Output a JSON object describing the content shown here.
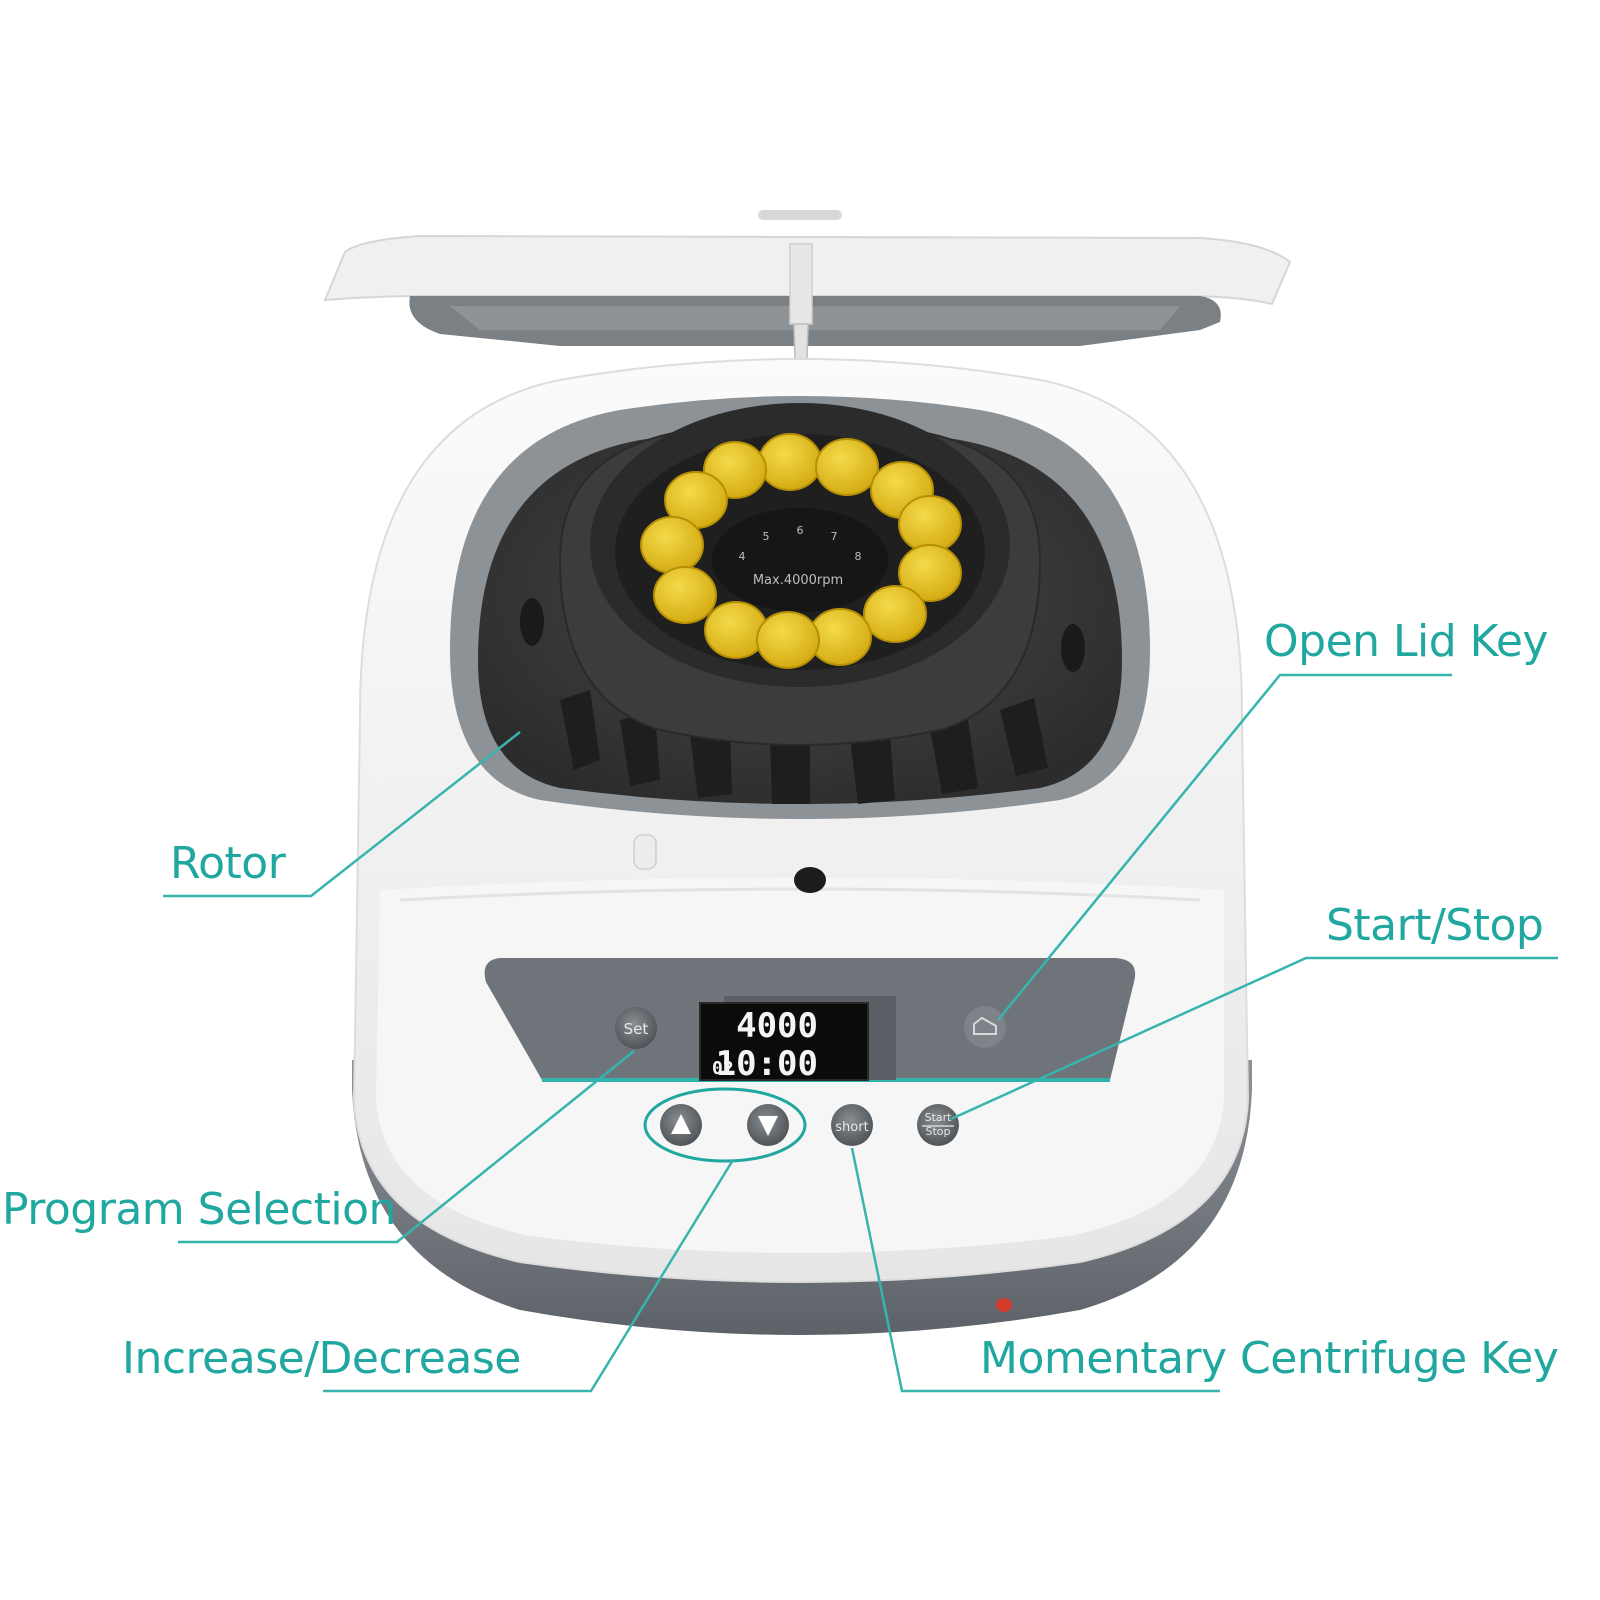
{
  "labels": {
    "open_lid_key": "Open Lid Key",
    "rotor": "Rotor",
    "start_stop": "Start/Stop",
    "program_selection": "Program Selection",
    "increase_decrease": "Increase/Decrease",
    "momentary_key": "Momentary Centrifuge Key"
  },
  "device": {
    "display_speed": "4000",
    "display_time": "10:00",
    "display_program": "02",
    "rotor_marking": "Max.4000rpm",
    "slot_numbers": [
      "4",
      "5",
      "6",
      "7",
      "8"
    ],
    "set_key": "Set",
    "short_key": "short",
    "start_key_line1": "Start",
    "start_key_line2": "Stop"
  },
  "colors": {
    "accent": "#1fa7a0",
    "tube_cap": "#e7c31f",
    "body_white": "#f3f3f3",
    "panel_gray": "#6d7378",
    "rotor_dark": "#2b2b2b"
  }
}
